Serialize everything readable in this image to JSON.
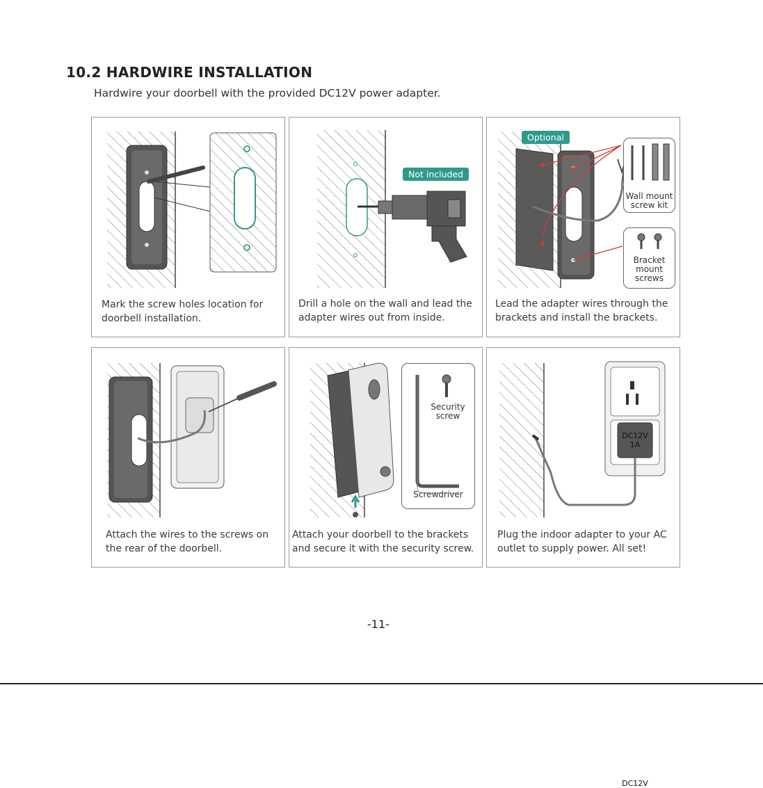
{
  "title": "10.2 HARDWIRE INSTALLATION",
  "subtitle": "Hardwire your doorbell with the provided DC12V power adapter.",
  "steps": [
    {
      "caption_line1": "Mark the screw holes location for",
      "caption_line2": "doorbell installation."
    },
    {
      "caption_line1": "Drill a hole on the wall and lead the",
      "caption_line2": "adapter wires out from inside.",
      "tag": "Not included"
    },
    {
      "caption_line1": "Lead the adapter wires through the",
      "caption_line2": "brackets and install the brackets.",
      "tag": "Optional",
      "kit1_line1": "Wall mount",
      "kit1_line2": "screw kit",
      "kit2_line1": "Bracket",
      "kit2_line2": "mount",
      "kit2_line3": "screws"
    },
    {
      "caption_line1": "Attach the wires to the screws on",
      "caption_line2": "the rear of the doorbell."
    },
    {
      "caption_line1": "Attach your doorbell to the brackets",
      "caption_line2": "and secure it with the security screw.",
      "kit1_line1": "Security",
      "kit1_line2": "screw",
      "kit2_line1": "Screwdriver"
    },
    {
      "caption_line1": "Plug the indoor adapter to your AC",
      "caption_line2": "outlet to supply power. All set!",
      "adapter_line1": "DC12V",
      "adapter_line2": "1A"
    }
  ],
  "page_number": "-11-",
  "colors": {
    "accent": "#2f9a8c",
    "outline": "#555555",
    "red": "#d03a3a"
  }
}
